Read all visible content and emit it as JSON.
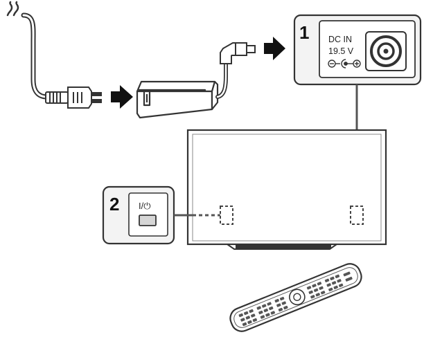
{
  "callouts": {
    "step1": {
      "number": "1",
      "line1": "DC IN",
      "line2": "19.5 V"
    },
    "step2": {
      "number": "2",
      "power_symbol": "I/⏻"
    }
  },
  "icons": [
    "ac-plug-symbol-icon",
    "power-plug-icon",
    "arrow-right-icon",
    "ac-adapter-icon",
    "dc-connector-icon",
    "dc-in-jack-icon",
    "polarity-symbol-icon",
    "power-button-icon",
    "remote-control-icon"
  ],
  "colors": {
    "line": "#333333",
    "fill": "#ffffff",
    "panel": "#f3f3f3",
    "button": "#d6d6d6"
  }
}
